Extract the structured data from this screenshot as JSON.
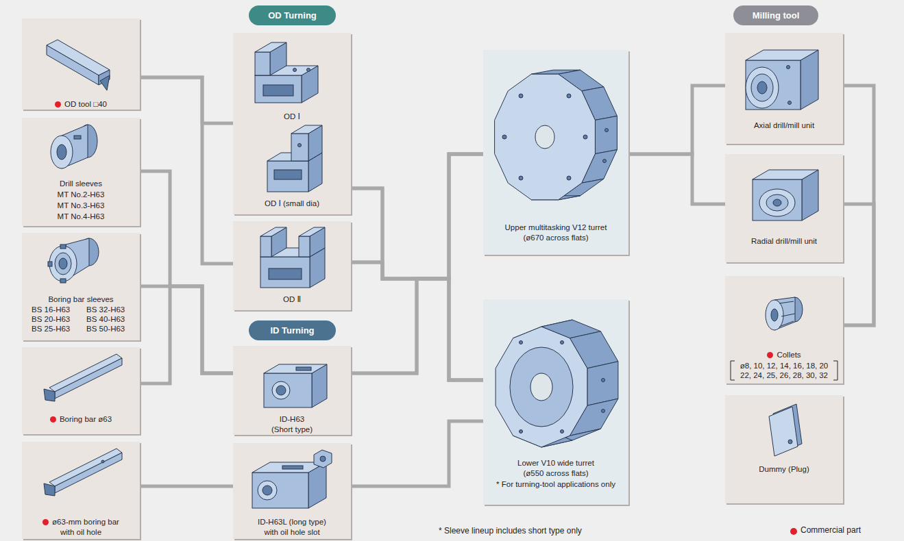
{
  "diagram": {
    "nodes": [
      {
        "text": [
          "OD tool □40"
        ]
      },
      {
        "text": [
          "Drill sleeves",
          "MT No.2-H63",
          "MT No.3-H63",
          "MT No.4-H63"
        ]
      },
      {
        "text": [
          "Boring bar sleeves",
          "BS 16-H63",
          "BS 32-H63",
          "BS 20-H63",
          "BS 40-H63",
          "BS 25-H63",
          "BS 50-H63"
        ]
      },
      {
        "text": [
          "Boring bar ø63"
        ]
      },
      {
        "text": [
          "ø63-mm boring bar with oil hole"
        ]
      },
      {
        "text": [
          "OD Turning"
        ]
      },
      {
        "text": [
          "OD Ⅰ",
          "OD Ⅰ (small dia)"
        ]
      },
      {
        "text": [
          "OD Ⅱ"
        ]
      },
      {
        "text": [
          "ID Turning"
        ]
      },
      {
        "text": [
          "ID-H63 (Short type)"
        ]
      },
      {
        "text": [
          "ID-H63L (long type) with oil hole slot"
        ]
      },
      {
        "text": [
          "Upper multitasking V12 turret (ø670 across flats)"
        ]
      },
      {
        "text": [
          "Lower V10 wide turret (ø550 across flats)",
          "* For turning-tool applications only"
        ]
      },
      {
        "text": [
          "Milling tool"
        ]
      },
      {
        "text": [
          "Axial drill/mill unit"
        ]
      },
      {
        "text": [
          "Radial drill/mill unit"
        ]
      },
      {
        "text": [
          "Collets",
          "ø8, 10, 12, 14, 16, 18, 20",
          "22, 24, 25, 26, 28, 30, 32"
        ]
      },
      {
        "text": [
          "Dummy (Plug)"
        ]
      }
    ],
    "edges": [
      {
        "from": 0,
        "to": 6,
        "arrow": "none"
      },
      {
        "from": 0,
        "to": 7,
        "arrow": "none"
      },
      {
        "from": 1,
        "to": 9,
        "arrow": "none"
      },
      {
        "from": 2,
        "to": 9,
        "arrow": "none"
      },
      {
        "from": 3,
        "to": 9,
        "arrow": "none"
      },
      {
        "from": 4,
        "to": 10,
        "arrow": "none"
      },
      {
        "from": 6,
        "to": 11,
        "arrow": "none"
      },
      {
        "from": 6,
        "to": 12,
        "arrow": "none"
      },
      {
        "from": 7,
        "to": 11,
        "arrow": "none"
      },
      {
        "from": 7,
        "to": 12,
        "arrow": "none"
      },
      {
        "from": 9,
        "to": 11,
        "arrow": "none"
      },
      {
        "from": 9,
        "to": 12,
        "arrow": "none"
      },
      {
        "from": 10,
        "to": 12,
        "arrow": "none"
      },
      {
        "from": 11,
        "to": 14,
        "arrow": "none"
      },
      {
        "from": 11,
        "to": 15,
        "arrow": "none"
      },
      {
        "from": 14,
        "to": 16,
        "arrow": "none"
      },
      {
        "from": 15,
        "to": 16,
        "arrow": "none"
      }
    ],
    "labels": [
      "* Sleeve lineup includes short type only"
    ],
    "legend": [
      {
        "text": "Commercial part",
        "color": "#e2202b"
      }
    ]
  }
}
